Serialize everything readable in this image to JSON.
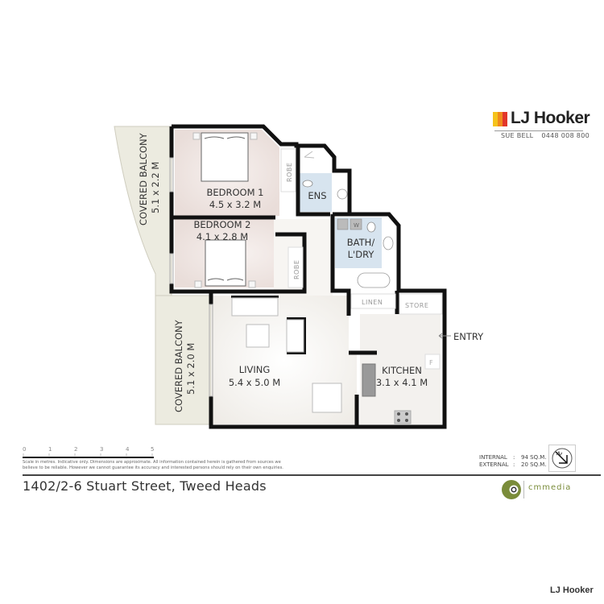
{
  "branding": {
    "agency": "LJ Hooker",
    "agent_name": "SUE BELL",
    "agent_phone": "0448 008 800",
    "logo_colors": [
      "#f5c31c",
      "#f08a1d",
      "#e2362a"
    ],
    "footer_brand": "LJ Hooker",
    "producer": "cmmedia",
    "producer_color": "#7a8c3a"
  },
  "floorplan": {
    "rooms": [
      {
        "id": "bedroom1",
        "name": "BEDROOM 1",
        "dims": "4.5 x 3.2 M"
      },
      {
        "id": "bedroom2",
        "name": "BEDROOM 2",
        "dims": "4.1 x 2.8 M"
      },
      {
        "id": "ens",
        "name": "ENS",
        "dims": ""
      },
      {
        "id": "bath",
        "name": "BATH/",
        "name2": "L'DRY",
        "dims": ""
      },
      {
        "id": "living",
        "name": "LIVING",
        "dims": "5.4 x 5.0 M"
      },
      {
        "id": "kitchen",
        "name": "KITCHEN",
        "dims": "3.1 x 4.1 M"
      },
      {
        "id": "balcony1",
        "name": "COVERED BALCONY",
        "dims": "5.1 x 2.2 M"
      },
      {
        "id": "balcony2",
        "name": "COVERED BALCONY",
        "dims": "5.1 x 2.0 M"
      }
    ],
    "fixtures": {
      "robe": "ROBE",
      "linen": "LINEN",
      "store": "STORE",
      "entry": "ENTRY",
      "fridge": "F",
      "washer": "W"
    },
    "colors": {
      "wall": "#111111",
      "bedroom_fill": "#efe6e3",
      "wet_fill": "#d7e4ef",
      "balcony_fill": "#ecebe0",
      "living_fill": "#f6f4f1"
    }
  },
  "scale_bar": {
    "ticks": [
      "0",
      "1",
      "2",
      "3",
      "4",
      "5"
    ],
    "unit": "metres"
  },
  "disclaimer": "Scale in metres.  Indicative only.  Dimensions are approximate.  All information contained herein is gathered from sources we believe to be reliable.  However we cannot guarantee its accuracy and interested persons should rely on their own enquiries.",
  "property": {
    "address": "1402/2-6 Stuart Street, Tweed Heads"
  },
  "areas": [
    {
      "label": "INTERNAL",
      "value": "94 SQ.M."
    },
    {
      "label": "EXTERNAL",
      "value": "20 SQ.M."
    }
  ]
}
